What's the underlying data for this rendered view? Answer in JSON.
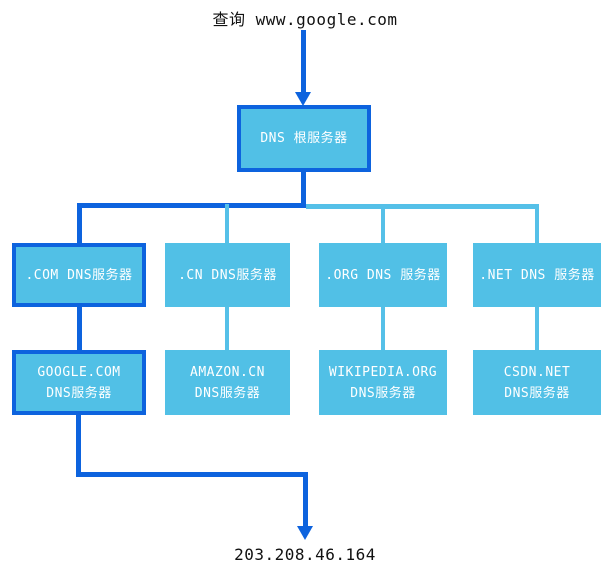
{
  "diagram": {
    "query_label": "查询 www.google.com",
    "result_ip": "203.208.46.164",
    "nodes": {
      "root": {
        "label": "DNS 根服务器"
      },
      "com": {
        "label": ".COM DNS服务器"
      },
      "cn": {
        "label": ".CN DNS服务器"
      },
      "org": {
        "label": ".ORG DNS 服务器"
      },
      "net": {
        "label": ".NET DNS 服务器"
      },
      "google": {
        "line1": "GOOGLE.COM",
        "line2": "DNS服务器"
      },
      "amazon": {
        "line1": "AMAZON.CN",
        "line2": "DNS服务器"
      },
      "wikipedia": {
        "line1": "WIKIPEDIA.ORG",
        "line2": "DNS服务器"
      },
      "csdn": {
        "line1": "CSDN.NET",
        "line2": "DNS服务器"
      }
    }
  },
  "colors": {
    "canvas_bg": "#ffffff",
    "node_fill": "#51C0E6",
    "path_highlight": "#0D63DE",
    "connector_light": "#55C0E8",
    "text_on_node": "#ffffff",
    "label_text": "#111111"
  }
}
